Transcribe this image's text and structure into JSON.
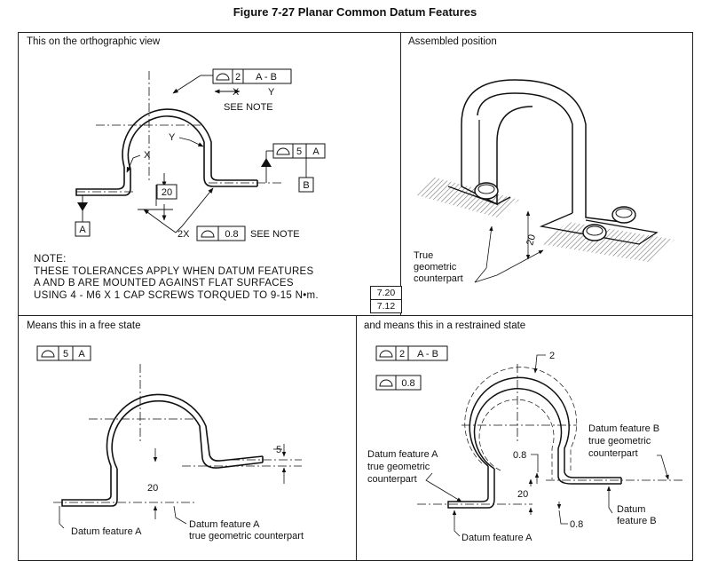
{
  "figure_title": "Figure 7-27 Planar Common Datum Features",
  "panels": {
    "top_left": {
      "caption": "This on the orthographic view",
      "fcf_top": {
        "value": "2",
        "datum": "A - B"
      },
      "arrow_label": {
        "left": "X",
        "right": "Y"
      },
      "see_note": "SEE NOTE",
      "point_x": "X",
      "point_y": "Y",
      "fcf_right": {
        "value": "5",
        "datum": "A"
      },
      "datum_b": "B",
      "datum_a": "A",
      "dim_20": "20",
      "fcf_bottom": {
        "prefix": "2X",
        "value": "0.8",
        "note": "SEE NOTE"
      },
      "note_lines": [
        "NOTE:",
        "THESE TOLERANCES APPLY WHEN DATUM FEATURES",
        "A AND B ARE MOUNTED AGAINST FLAT SURFACES",
        "USING 4 - M6 X 1 CAP SCREWS TORQUED TO 9-15 N•m."
      ],
      "refs": [
        "7.20",
        "7.12"
      ]
    },
    "top_right": {
      "caption": "Assembled position",
      "dim_20": "20",
      "label": [
        "True",
        "geometric",
        "counterpart"
      ]
    },
    "bottom_left": {
      "caption": "Means this in a free state",
      "fcf": {
        "value": "5",
        "datum": "A"
      },
      "dim_5": "5",
      "dim_20": "20",
      "datum_a_label": "Datum feature A",
      "counterpart_label": [
        "Datum feature A",
        "true geometric counterpart"
      ]
    },
    "bottom_right": {
      "caption": "and means this in a restrained state",
      "fcf_1": {
        "value": "2",
        "datum": "A - B"
      },
      "fcf_2": {
        "value": "0.8"
      },
      "dim_2": "2",
      "dim_08_a": "0.8",
      "dim_20": "20",
      "dim_08_b": "0.8",
      "datum_b_label": [
        "Datum feature B",
        "true geometric",
        "counterpart"
      ],
      "datum_a_label": [
        "Datum feature A",
        "true geometric",
        "counterpart"
      ],
      "datum_b_simple": [
        "Datum",
        "feature B"
      ],
      "datum_a_simple": "Datum feature A"
    }
  }
}
